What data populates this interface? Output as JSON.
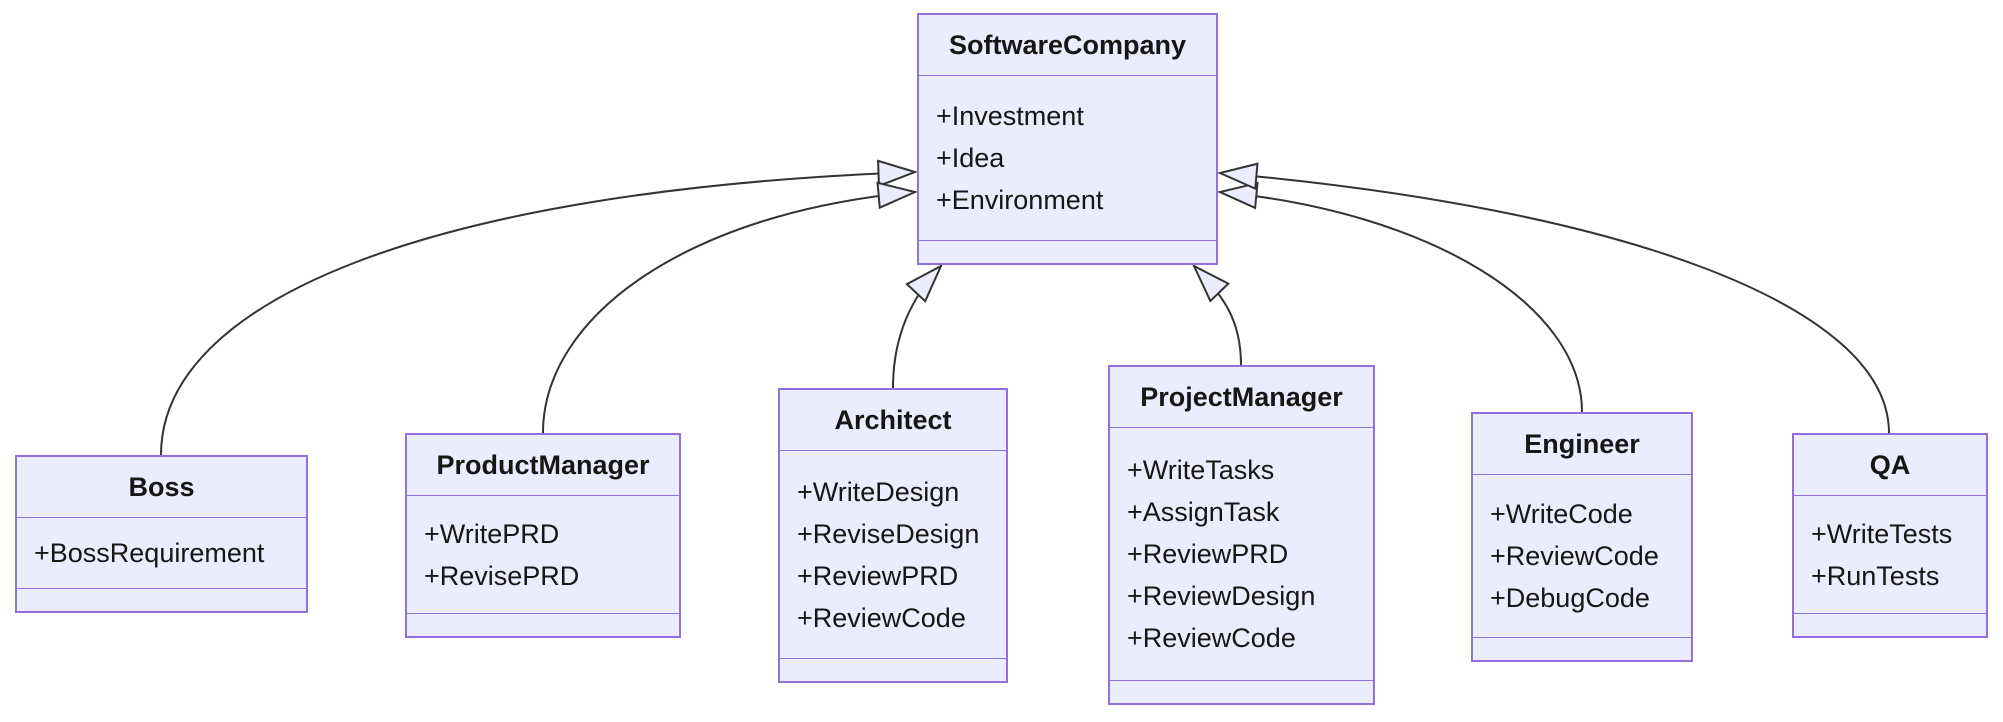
{
  "diagram": {
    "kind": "uml-class-diagram",
    "colors": {
      "node_fill": "#ECECFF",
      "node_border": "#9370DB",
      "edge_line": "#333333",
      "text": "#161616",
      "background": "#ffffff"
    },
    "classes": [
      {
        "name": "SoftwareCompany",
        "members": [
          "+Investment",
          "+Idea",
          "+Environment"
        ]
      },
      {
        "name": "Boss",
        "members": [
          "+BossRequirement"
        ]
      },
      {
        "name": "ProductManager",
        "members": [
          "+WritePRD",
          "+RevisePRD"
        ]
      },
      {
        "name": "Architect",
        "members": [
          "+WriteDesign",
          "+ReviseDesign",
          "+ReviewPRD",
          "+ReviewCode"
        ]
      },
      {
        "name": "ProjectManager",
        "members": [
          "+WriteTasks",
          "+AssignTask",
          "+ReviewPRD",
          "+ReviewDesign",
          "+ReviewCode"
        ]
      },
      {
        "name": "Engineer",
        "members": [
          "+WriteCode",
          "+ReviewCode",
          "+DebugCode"
        ]
      },
      {
        "name": "QA",
        "members": [
          "+WriteTests",
          "+RunTests"
        ]
      }
    ],
    "relations": [
      {
        "from": "Boss",
        "to": "SoftwareCompany",
        "type": "inheritance"
      },
      {
        "from": "ProductManager",
        "to": "SoftwareCompany",
        "type": "inheritance"
      },
      {
        "from": "Architect",
        "to": "SoftwareCompany",
        "type": "inheritance"
      },
      {
        "from": "ProjectManager",
        "to": "SoftwareCompany",
        "type": "inheritance"
      },
      {
        "from": "Engineer",
        "to": "SoftwareCompany",
        "type": "inheritance"
      },
      {
        "from": "QA",
        "to": "SoftwareCompany",
        "type": "inheritance"
      }
    ]
  }
}
